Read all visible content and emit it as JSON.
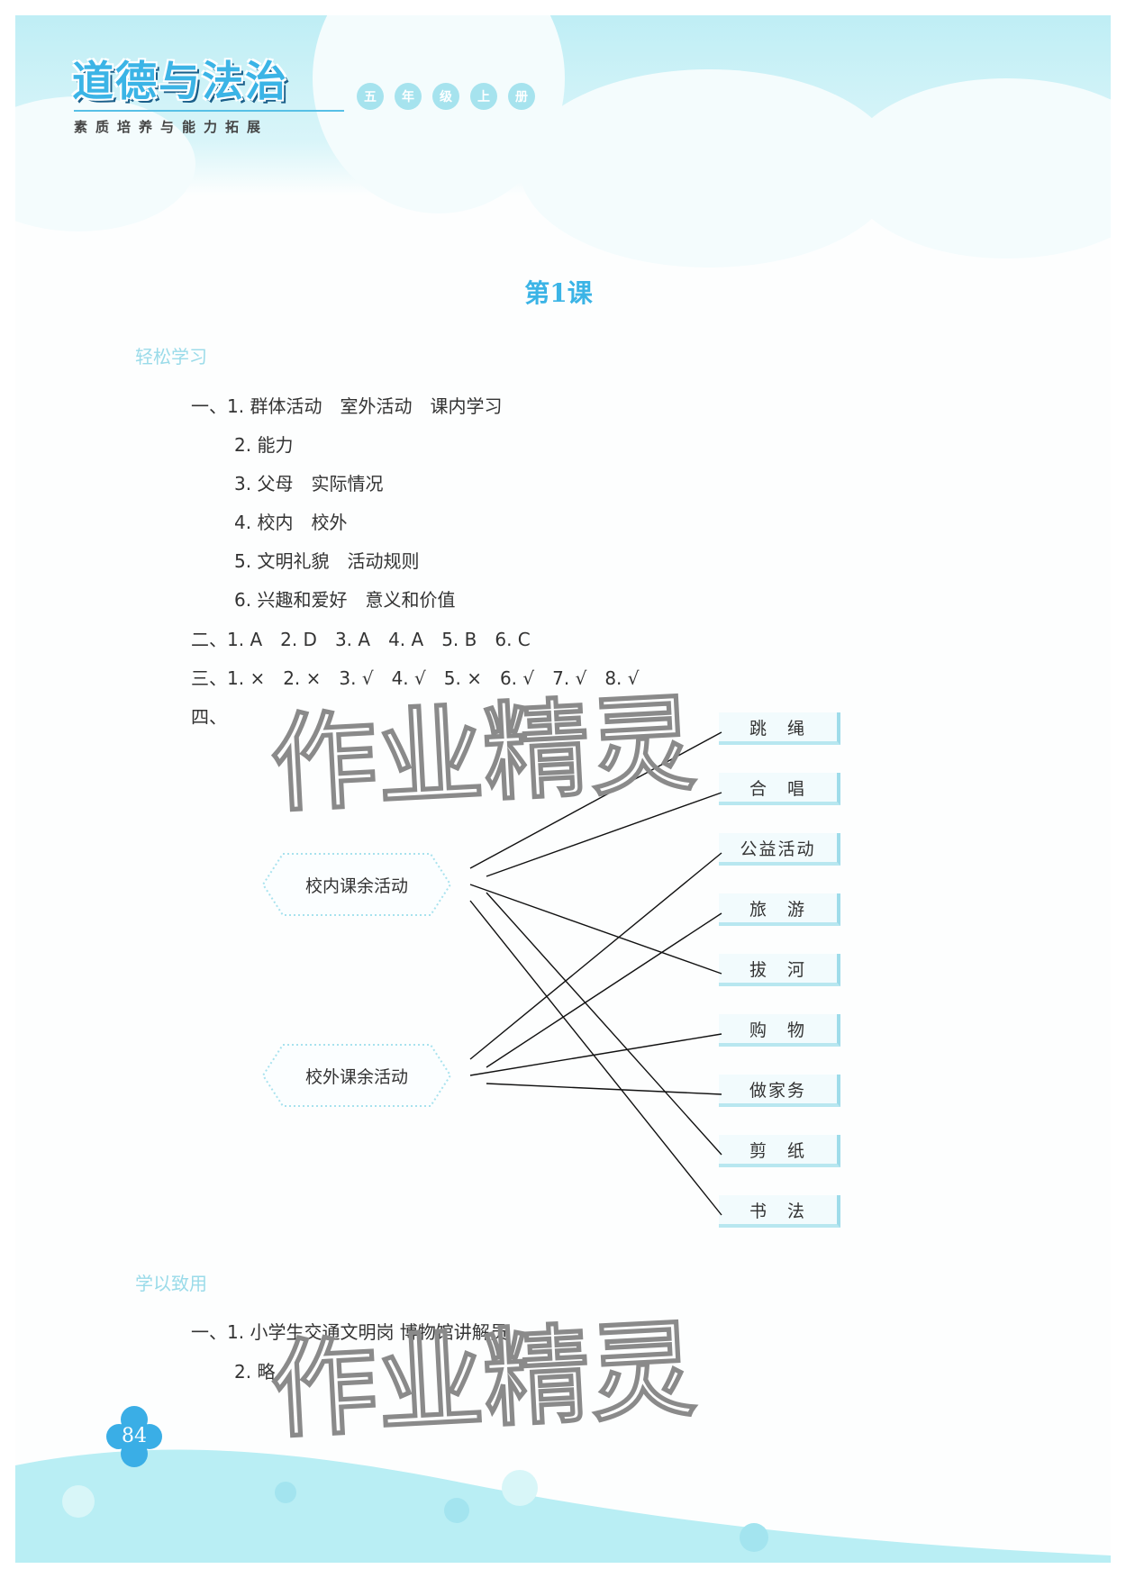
{
  "header": {
    "book_title": "道德与法治",
    "subtitle": "素质培养与能力拓展",
    "grade": [
      "五",
      "年",
      "级",
      "上",
      "册"
    ]
  },
  "lesson_title": "第1课",
  "sections": [
    {
      "title": "轻松学习",
      "lines": [
        "一、1. 群体活动　室外活动　课内学习",
        "2. 能力",
        "3. 父母　实际情况",
        "4. 校内　校外",
        "5. 文明礼貌　活动规则",
        "6. 兴趣和爱好　意义和价值",
        "二、1. A　2. D　3. A　4. A　5. B　6. C",
        "三、1. ×　2. ×　3. √　4. √　5. ×　6. √　7. √　8. √",
        "四、"
      ]
    },
    {
      "title": "学以致用",
      "lines": [
        "一、1. 小学生交通文明岗 博物馆讲解员",
        "2. 略"
      ]
    }
  ],
  "matching": {
    "left": [
      "校内课余活动",
      "校外课余活动"
    ],
    "right": [
      "跳　绳",
      "合　唱",
      "公益活动",
      "旅　游",
      "拔　河",
      "购　物",
      "做家务",
      "剪　纸",
      "书　法"
    ],
    "connections": [
      {
        "from": 0,
        "to": [
          0,
          1,
          4,
          7,
          8
        ]
      },
      {
        "from": 1,
        "to": [
          2,
          3,
          5,
          6
        ]
      }
    ]
  },
  "page_number": "84",
  "watermark": "作业精灵",
  "colors": {
    "accent": "#3bb4e6",
    "section": "#9adbe9",
    "box_border": "#9fdcea"
  }
}
